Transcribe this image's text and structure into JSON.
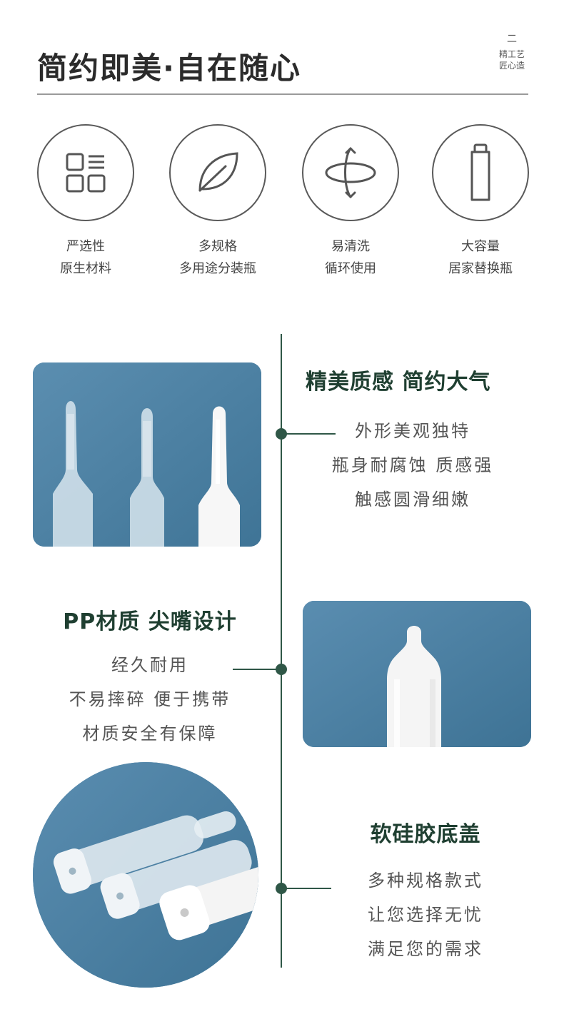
{
  "header": {
    "title": "简约即美·自在随心",
    "badge_mark": "二",
    "badge_line1": "精工艺",
    "badge_line2": "匠心造"
  },
  "features": [
    {
      "icon": "grid-list-icon",
      "line1": "严选性",
      "line2": "原生材料"
    },
    {
      "icon": "leaf-icon",
      "line1": "多规格",
      "line2": "多用途分装瓶"
    },
    {
      "icon": "rotate-icon",
      "line1": "易清洗",
      "line2": "循环使用"
    },
    {
      "icon": "bottle-icon",
      "line1": "大容量",
      "line2": "居家替换瓶"
    }
  ],
  "sections": [
    {
      "title": "精美质感  简约大气",
      "lines": [
        "外形美观独特",
        "瓶身耐腐蚀 质感强",
        "触感圆滑细嫩"
      ]
    },
    {
      "title": "PP材质  尖嘴设计",
      "lines": [
        "经久耐用",
        "不易摔碎 便于携带",
        "材质安全有保障"
      ]
    },
    {
      "title": "软硅胶底盖",
      "lines": [
        "多种规格款式",
        "让您选择无忧",
        "满足您的需求"
      ]
    }
  ],
  "colors": {
    "accent": "#2f5747",
    "photo_background": "#4a7fa1",
    "tube_white": "#f7f7f7",
    "tube_clear": "#c9dbe6"
  }
}
